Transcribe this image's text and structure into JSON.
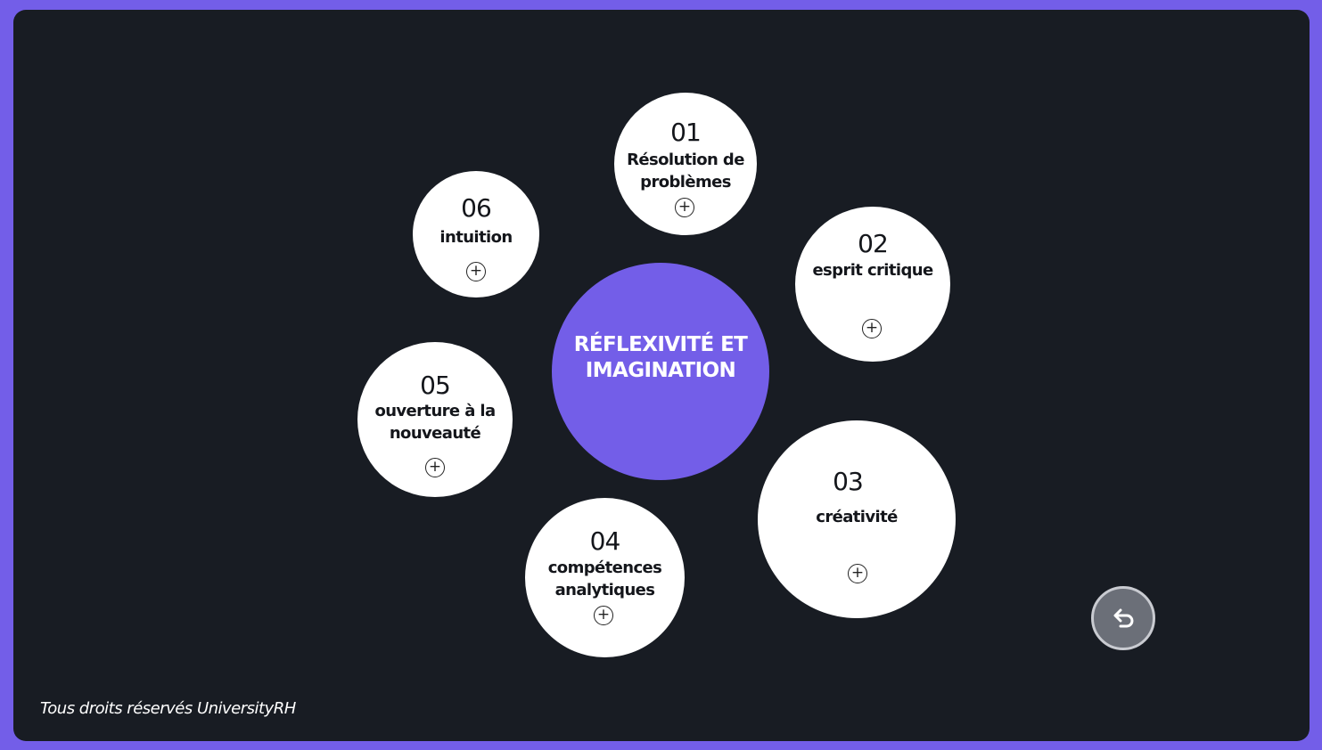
{
  "center": {
    "title": "RÉFLEXIVITÉ ET IMAGINATION"
  },
  "items": [
    {
      "number": "01",
      "label": "Résolution de problèmes",
      "expand": "+"
    },
    {
      "number": "02",
      "label": "esprit critique",
      "expand": "+"
    },
    {
      "number": "03",
      "label": "créativité",
      "expand": "+"
    },
    {
      "number": "04",
      "label": "compétences analytiques",
      "expand": "+"
    },
    {
      "number": "05",
      "label": "ouverture à la nouveauté",
      "expand": "+"
    },
    {
      "number": "06",
      "label": "intuition",
      "expand": "+"
    }
  ],
  "back_button": {
    "icon": "undo-arrow-icon"
  },
  "footer": {
    "text": "Tous droits réservés UniversityRH"
  },
  "colors": {
    "frame": "#735ee8",
    "background": "#181c23",
    "center": "#735ee8",
    "bubble": "#ffffff",
    "back_button": "#6b6f78"
  }
}
